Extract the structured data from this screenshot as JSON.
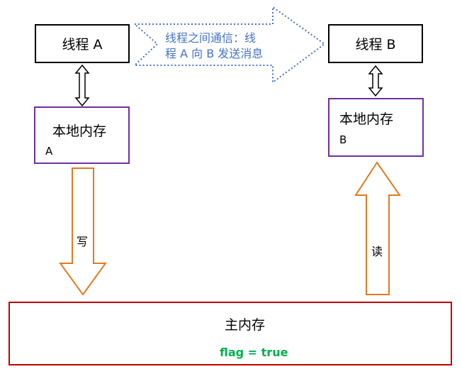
{
  "thread_a": {
    "label": "线程 A"
  },
  "thread_b": {
    "label": "线程 B"
  },
  "local_a": {
    "line1": "本地内存",
    "line2": "A"
  },
  "local_b": {
    "line1": "本地内存",
    "line2": "B"
  },
  "communication": {
    "line1": "线程之间通信：线",
    "line2": "程 A 向 B 发送消息"
  },
  "write_label": "写",
  "read_label": "读",
  "main_memory": {
    "label": "主内存",
    "flag": "flag = true"
  },
  "colors": {
    "thread_border": "#000000",
    "local_border": "#7030a0",
    "main_border": "#c00000",
    "arrow_orange": "#e07b21",
    "comm_blue": "#4472c4",
    "flag_green": "#00b050"
  }
}
